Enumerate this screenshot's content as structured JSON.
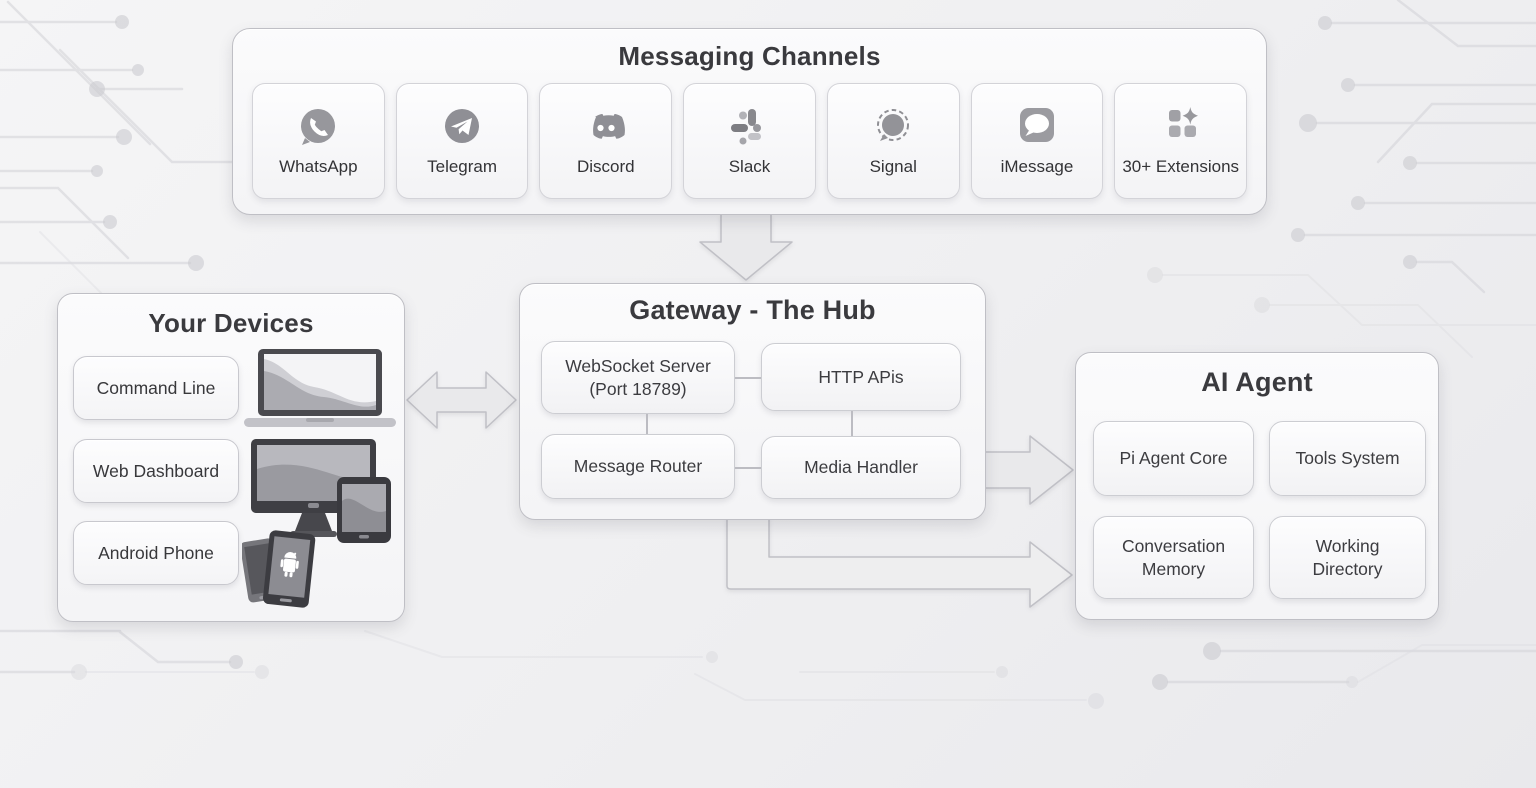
{
  "colors": {
    "background": "#efeff1",
    "panel_fill": "#f8f8fa",
    "panel_border": "#bfbfc5",
    "node_fill": "#f9f9fb",
    "node_border": "#cccdd2",
    "arrow_fill": "#e9e9eb",
    "arrow_stroke": "#c0c0c6",
    "title_text": "#3a3a3e",
    "label_text": "#38383b",
    "icon_gray": "#97979c",
    "circuit_trace": "#d2d2d7"
  },
  "channels": {
    "title": "Messaging Channels",
    "items": [
      {
        "label": "WhatsApp",
        "icon": "whatsapp-icon"
      },
      {
        "label": "Telegram",
        "icon": "telegram-icon"
      },
      {
        "label": "Discord",
        "icon": "discord-icon"
      },
      {
        "label": "Slack",
        "icon": "slack-icon"
      },
      {
        "label": "Signal",
        "icon": "signal-icon"
      },
      {
        "label": "iMessage",
        "icon": "imessage-icon"
      },
      {
        "label": "30+ Extensions",
        "icon": "extensions-icon"
      }
    ]
  },
  "devices": {
    "title": "Your Devices",
    "items": [
      {
        "label": "Command Line"
      },
      {
        "label": "Web Dashboard"
      },
      {
        "label": "Android Phone"
      }
    ],
    "illustrations": [
      "laptop",
      "desktop-monitor-and-tablet",
      "two-phones-android"
    ]
  },
  "gateway": {
    "title": "Gateway - The Hub",
    "nodes": [
      {
        "label": "WebSocket Server (Port 18789)"
      },
      {
        "label": "HTTP APis"
      },
      {
        "label": "Message Router"
      },
      {
        "label": "Media Handler"
      }
    ]
  },
  "agent": {
    "title": "AI Agent",
    "nodes": [
      {
        "label": "Pi Agent Core"
      },
      {
        "label": "Tools System"
      },
      {
        "label": "Conversation Memory"
      },
      {
        "label": "Working Directory"
      }
    ]
  },
  "flows": [
    {
      "from": "Messaging Channels",
      "to": "Gateway - The Hub",
      "direction": "down"
    },
    {
      "from": "Your Devices",
      "to": "Gateway - The Hub",
      "direction": "bidirectional"
    },
    {
      "from": "Gateway - The Hub",
      "to": "AI Agent",
      "direction": "right"
    },
    {
      "from": "Gateway - The Hub",
      "to": "AI Agent",
      "direction": "elbow-right"
    }
  ]
}
